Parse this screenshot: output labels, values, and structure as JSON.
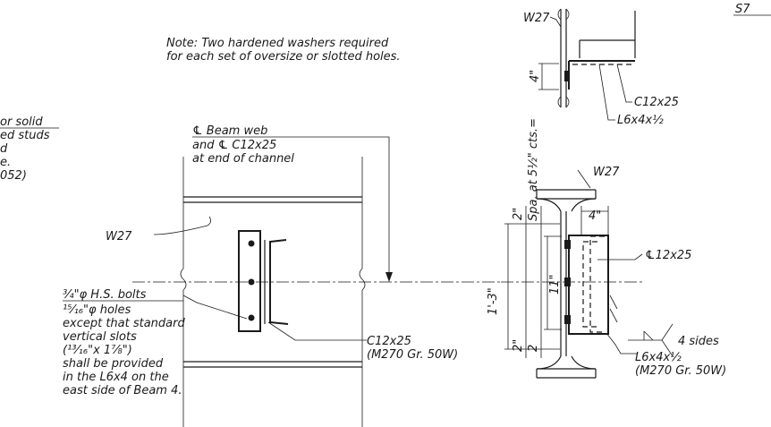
{
  "sheet_ref": "S7",
  "note": {
    "line1": "Note:  Two hardened washers required",
    "line2": "for each set of oversize or slotted holes."
  },
  "left_note": {
    "line1": "or solid",
    "line2": "ed studs",
    "line3": "d",
    "line4": "e.",
    "line5": "052)"
  },
  "centerline_note": {
    "line1": "℄ Beam web",
    "line2": "and ℄ C12x25",
    "line3": "at end of channel"
  },
  "labels": {
    "w27_top": "W27",
    "w27_plan": "W27",
    "w27_section": "W27",
    "c12x25_top": "C12x25",
    "l6x4_top": "L6x4x½",
    "c12x25_plan_1": "C12x25",
    "c12x25_plan_2": "(M270 Gr. 50W)",
    "cl_c12x25_section": "℄12x25",
    "four_sides": "4 sides",
    "l6x4_section_1": "L6x4x½",
    "l6x4_section_2": "(M270 Gr. 50W)"
  },
  "bolt_note": {
    "line1": "¾\"φ H.S. bolts",
    "line2": "¹⁵⁄₁₆\"φ holes",
    "line3": "except that standard",
    "line4": "vertical slots",
    "line5": "(¹³⁄₁₆\"x 1⅞\")",
    "line6": "shall be provided",
    "line7": "in the L6x4 on the",
    "line8": "east side of Beam 4."
  },
  "dimensions": {
    "top_detail_4in": "4\"",
    "section_4in": "4\"",
    "top_2in": "2\"",
    "bottom_2in": "2\"",
    "spacing": "Spa. at 5½\" cts.=",
    "spacing_count": "2",
    "overall": "1'-3\"",
    "eleven": "11\""
  }
}
